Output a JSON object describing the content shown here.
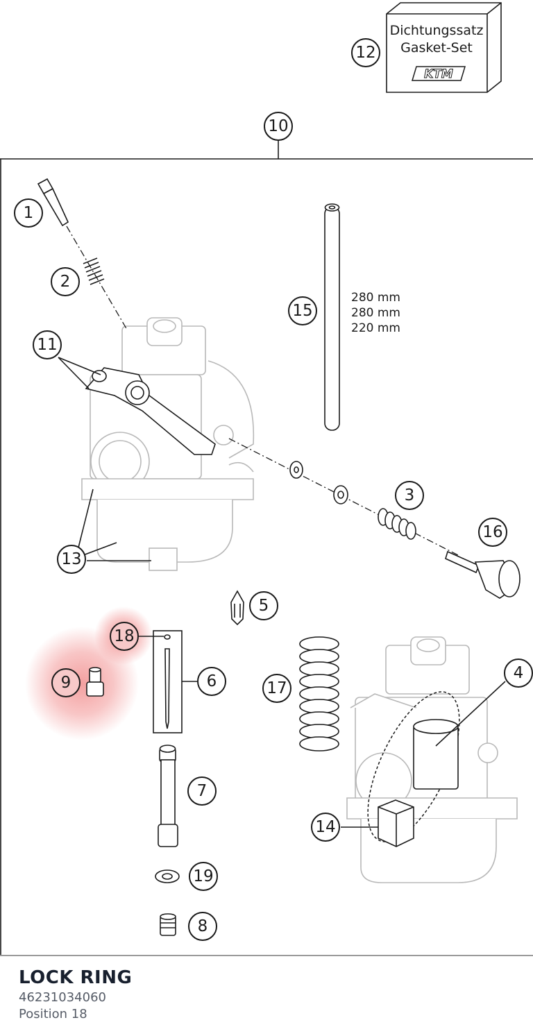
{
  "diagram": {
    "gasket_box": {
      "line1": "Dichtungssatz",
      "line2": "Gasket-Set",
      "brand": "KTM"
    },
    "jet_needle_lengths": [
      "280 mm",
      "280 mm",
      "220 mm"
    ],
    "callouts": {
      "c1": "1",
      "c2": "2",
      "c3": "3",
      "c4": "4",
      "c5": "5",
      "c6": "6",
      "c7": "7",
      "c8": "8",
      "c9": "9",
      "c10": "10",
      "c11": "11",
      "c12": "12",
      "c13": "13",
      "c14": "14",
      "c15": "15",
      "c16": "16",
      "c17": "17",
      "c18": "18",
      "c19": "19"
    },
    "highlighted_positions": [
      "9",
      "18"
    ],
    "highlight_color": "#f08080"
  },
  "footer": {
    "title": "LOCK RING",
    "part_number": "46231034060",
    "position_label": "Position 18"
  }
}
